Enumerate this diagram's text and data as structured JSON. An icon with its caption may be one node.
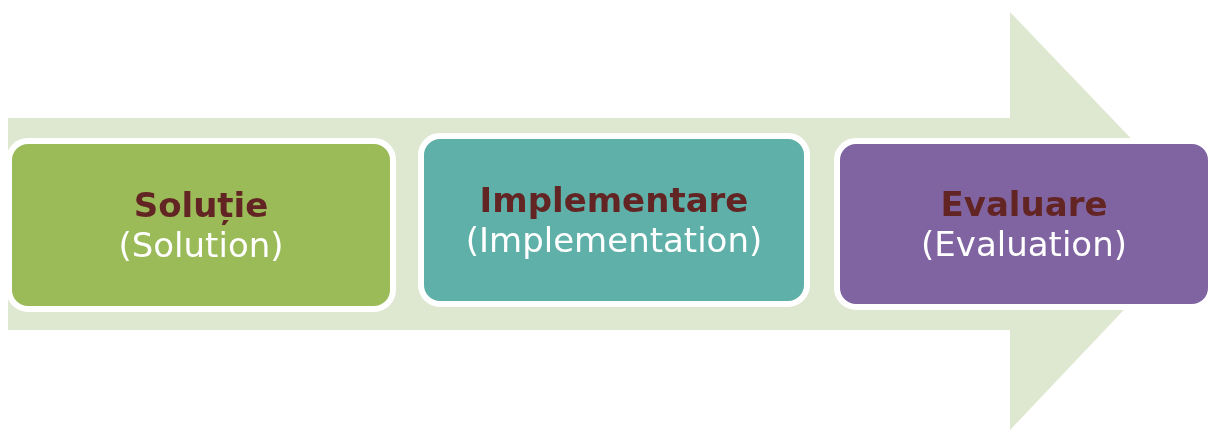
{
  "diagram": {
    "nodes": [
      {
        "text": [
          "Soluție",
          "(Solution)"
        ]
      },
      {
        "text": [
          "Implementare",
          "(Implementation)"
        ]
      },
      {
        "text": [
          "Evaluare",
          "(Evaluation)"
        ]
      }
    ]
  }
}
